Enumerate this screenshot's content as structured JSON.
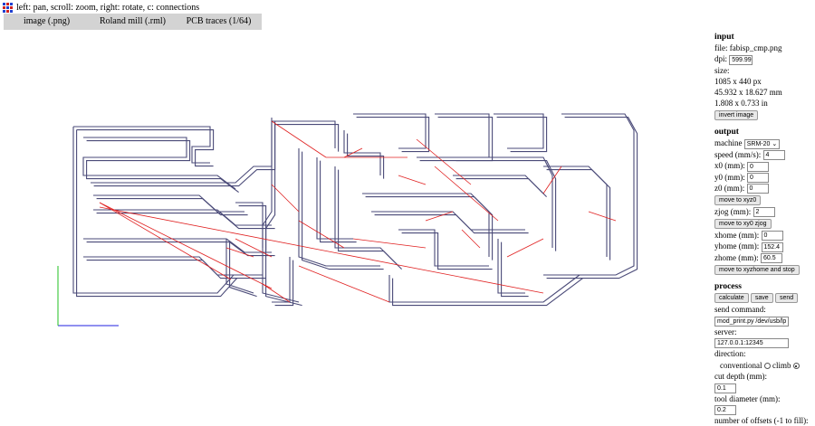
{
  "header": {
    "hint": "left: pan, scroll: zoom, right: rotate, c: connections"
  },
  "menu": {
    "items": [
      "image (.png)",
      "Roland mill (.rml)",
      "PCB traces (1/64)"
    ]
  },
  "colors": {
    "trace": "#4a4a78",
    "connection": "#e02020",
    "x_axis": "#2020e0",
    "y_axis": "#20c020",
    "menubar": "#d3d3d3"
  },
  "input": {
    "title": "input",
    "file_label": "file:",
    "file_value": "fabisp_cmp.png",
    "dpi_label": "dpi:",
    "dpi_value": "599.99",
    "size_label": "size:",
    "size_px": "1085 x 440 px",
    "size_mm": "45.932 x 18.627 mm",
    "size_in": "1.808 x 0.733 in",
    "invert_button": "invert image"
  },
  "output": {
    "title": "output",
    "machine_label": "machine",
    "machine_value": "SRM-20",
    "speed_label": "speed (mm/s):",
    "speed_value": "4",
    "x0_label": "x0 (mm):",
    "x0_value": "0",
    "y0_label": "y0 (mm):",
    "y0_value": "0",
    "z0_label": "z0 (mm):",
    "z0_value": "0",
    "move_xyz0_button": "move to xyz0",
    "zjog_label": "zjog (mm):",
    "zjog_value": "2",
    "move_xy0_zjog_button": "move to xy0 zjog",
    "xhome_label": "xhome (mm):",
    "xhome_value": "0",
    "yhome_label": "yhome (mm):",
    "yhome_value": "152.4",
    "zhome_label": "zhome (mm):",
    "zhome_value": "60.5",
    "move_home_button": "move to xyzhome and stop"
  },
  "process": {
    "title": "process",
    "calculate_button": "calculate",
    "save_button": "save",
    "send_button": "send",
    "send_command_label": "send command:",
    "send_command_value": "mod_print.py /dev/usb/lp",
    "server_label": "server:",
    "server_value": "127.0.0.1:12345",
    "direction_label": "direction:",
    "conventional_label": "conventional",
    "climb_label": "climb",
    "direction_selected": "climb",
    "cut_depth_label": "cut depth (mm):",
    "cut_depth_value": "0.1",
    "tool_diameter_label": "tool diameter (mm):",
    "tool_diameter_value": "0.2",
    "offsets_label": "number of offsets (-1 to fill):"
  }
}
